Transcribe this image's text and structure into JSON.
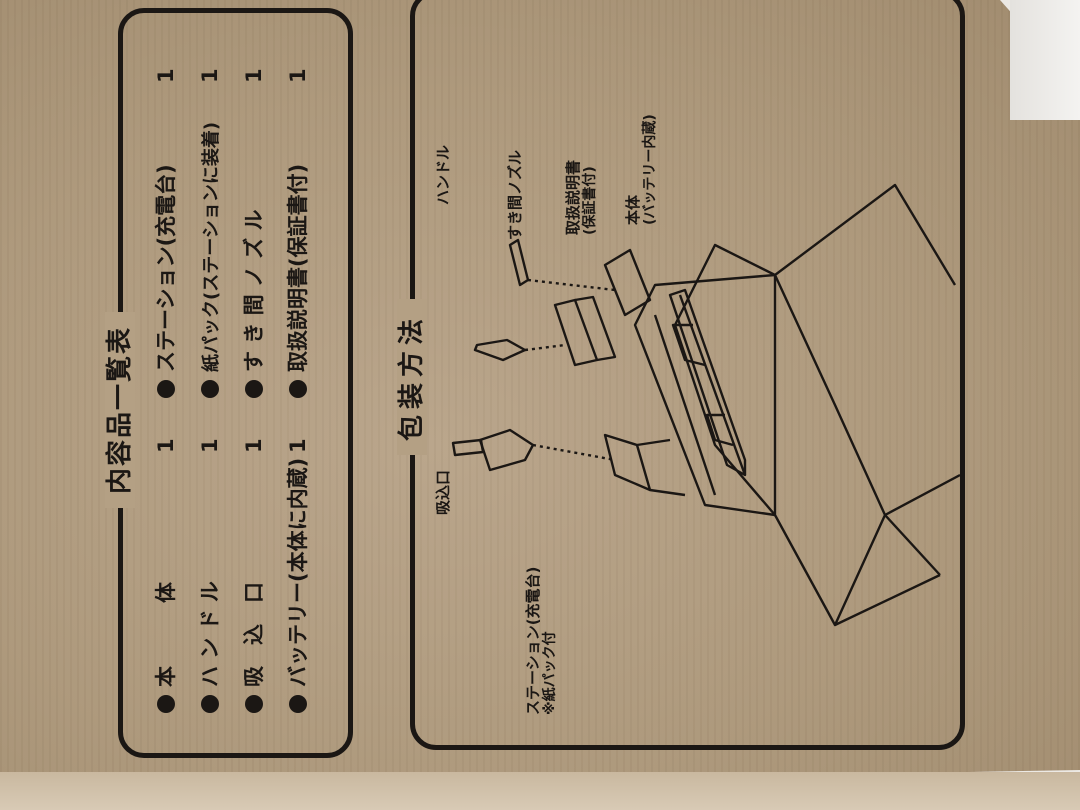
{
  "contents_list": {
    "title": "内容品一覧表",
    "left_column": [
      {
        "name": "本　　　体",
        "qty": "1"
      },
      {
        "name": "ハ ン ド ル",
        "qty": "1"
      },
      {
        "name": "吸　込　口",
        "qty": "1"
      },
      {
        "name": "バッテリー(本体に内蔵)",
        "qty": "1"
      }
    ],
    "right_column": [
      {
        "name": "ステーション(充電台)",
        "qty": "1"
      },
      {
        "name": "紙パック(ステーションに装着)",
        "qty": "1"
      },
      {
        "name": "す き 間 ノ ズ ル",
        "qty": "1"
      },
      {
        "name": "取扱説明書(保証書付)",
        "qty": "1"
      }
    ]
  },
  "packing": {
    "title": "包装方法",
    "labels": {
      "handle": "ハンドル",
      "crevice_nozzle": "すき間ノズル",
      "manual_line1": "取扱説明書",
      "manual_line2": "(保証書付)",
      "body_line1": "本体",
      "body_line2": "(バッテリー内蔵)",
      "suction": "吸込口",
      "station_line1": "ステーション(充電台)",
      "station_line2": "※紙パック付"
    }
  },
  "colors": {
    "ink": "#1b1714",
    "cardboard": "#ad987b"
  }
}
